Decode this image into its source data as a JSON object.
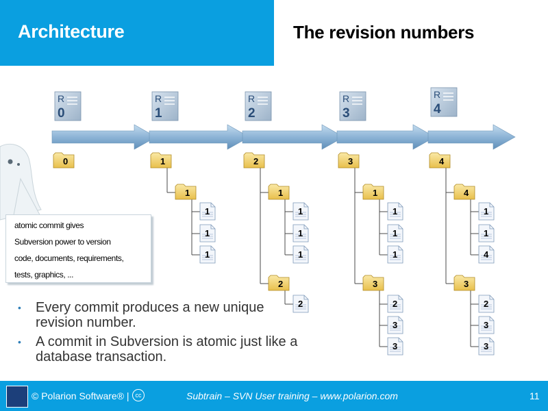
{
  "header": {
    "section_title": "Architecture",
    "slide_title": "The revision numbers"
  },
  "revisions": [
    {
      "letter": "R",
      "number": "0"
    },
    {
      "letter": "R",
      "number": "1"
    },
    {
      "letter": "R",
      "number": "2"
    },
    {
      "letter": "R",
      "number": "3"
    },
    {
      "letter": "R",
      "number": "4"
    }
  ],
  "trees": [
    {
      "root": "0",
      "children": []
    },
    {
      "root": "1",
      "children": [
        {
          "label": "1",
          "files": [
            "1",
            "1",
            "1"
          ]
        }
      ]
    },
    {
      "root": "2",
      "children": [
        {
          "label": "1",
          "files": [
            "1",
            "1",
            "1"
          ]
        },
        {
          "label": "2",
          "files": [
            "2"
          ]
        }
      ]
    },
    {
      "root": "3",
      "children": [
        {
          "label": "1",
          "files": [
            "1",
            "1",
            "1"
          ]
        },
        {
          "label": "3",
          "files": [
            "2",
            "3",
            "3"
          ]
        }
      ]
    },
    {
      "root": "4",
      "children": [
        {
          "label": "4",
          "files": [
            "1",
            "1",
            "4"
          ]
        },
        {
          "label": "3",
          "files": [
            "2",
            "3",
            "3"
          ]
        }
      ]
    }
  ],
  "callout": {
    "lines": [
      "atomic commit gives",
      "Subversion power to version",
      "code, documents, requirements,",
      "tests, graphics, ..."
    ]
  },
  "bullets": [
    "Every commit produces a new unique revision number.",
    "A commit in Subversion is atomic just like a database transaction."
  ],
  "footer": {
    "copyright": "© Polarion Software® |",
    "cc_symbol": "cc",
    "course": "Subtrain – SVN User training – www.polarion.com",
    "page_number": "11"
  },
  "colors": {
    "accent": "#0a9fe0",
    "folder": "#f2d36a",
    "arrow": "#8cb4d6",
    "file": "#f3f6fb"
  }
}
